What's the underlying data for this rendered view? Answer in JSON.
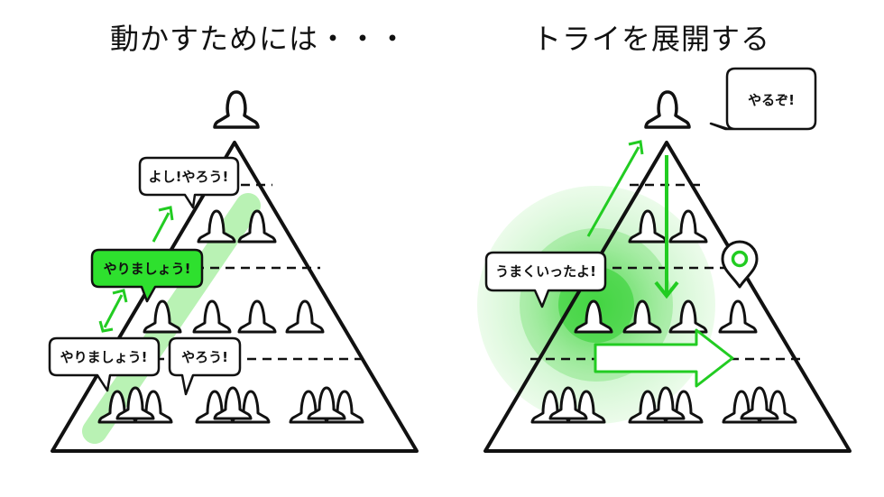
{
  "titles": {
    "left": "動かすためには・・・",
    "right": "トライを展開する"
  },
  "bubbles": {
    "yoshi": "よし!やろう!",
    "yarimashou_green": "やりましょう!",
    "yarimashou_low": "やりましょう!",
    "yarou": "やろう!",
    "yaruzo": "やるぞ!",
    "umaku": "うまくいったよ!"
  },
  "colors": {
    "accent": "#22cc22",
    "accent_fill": "#2ee02e",
    "glow": "#b9f2b4",
    "line": "#111111"
  }
}
